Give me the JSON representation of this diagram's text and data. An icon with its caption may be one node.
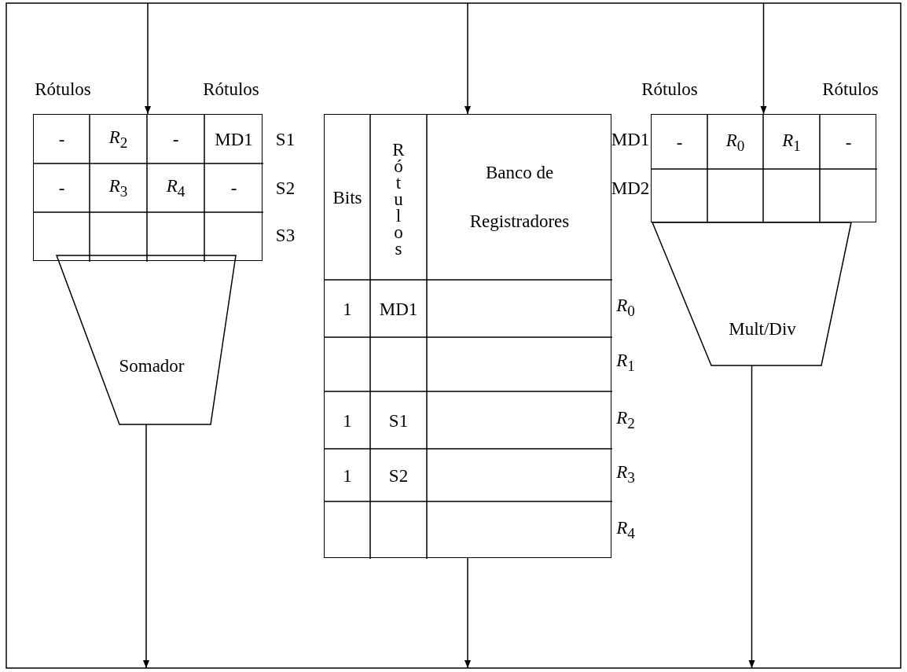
{
  "diagram": {
    "nodes": [
      {
        "text": [
          "-",
          "*R*$_{2}$",
          "-",
          "MD1",
          "-",
          "*R*$_{3}$",
          "*R*$_{4}$",
          "-"
        ],
        "beside": [
          "Rótulos",
          "Rótulos",
          "S1",
          "S2",
          "S3"
        ]
      },
      {
        "text": [
          "Somador"
        ]
      },
      {
        "text": [
          "Bits",
          "Rótulos",
          "Banco de Registradores",
          "1",
          "MD1",
          "1",
          "S1",
          "1",
          "S2"
        ],
        "beside": [
          "*R*$_{0}$",
          "*R*$_{1}$",
          "*R*$_{2}$",
          "*R*$_{3}$",
          "*R*$_{4}$"
        ]
      },
      {
        "text": [
          "-",
          "*R*$_{0}$",
          "*R*$_{1}$",
          "-"
        ],
        "beside": [
          "Rótulos",
          "Rótulos",
          "MD1",
          "MD2"
        ]
      },
      {
        "text": [
          "Mult/Div"
        ]
      }
    ],
    "edges": [
      {
        "from": null,
        "to": 0,
        "arrow": "to"
      },
      {
        "from": 1,
        "to": null,
        "arrow": "to"
      },
      {
        "from": null,
        "to": 2,
        "arrow": "to"
      },
      {
        "from": 2,
        "to": null,
        "arrow": "to"
      },
      {
        "from": null,
        "to": 3,
        "arrow": "to"
      },
      {
        "from": 4,
        "to": null,
        "arrow": "to"
      }
    ]
  }
}
